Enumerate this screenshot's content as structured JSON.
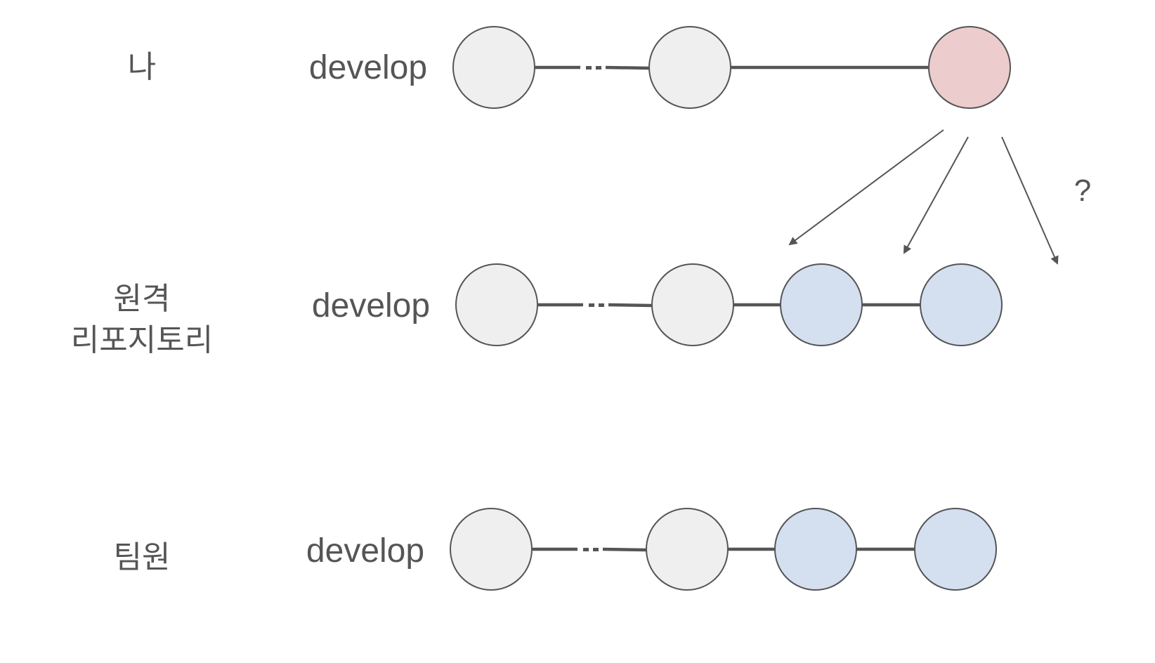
{
  "colors": {
    "ink": "#555555",
    "commit_base": "#efefef",
    "commit_local_new": "#eccccc",
    "commit_remote_new": "#d4e0f0",
    "background": "#ffffff"
  },
  "rows": [
    {
      "id": "me",
      "label_lines": [
        "나"
      ],
      "branch": "develop",
      "commits": [
        "base",
        "base",
        "local-new"
      ]
    },
    {
      "id": "remote",
      "label_lines": [
        "원격",
        "리포지토리"
      ],
      "branch": "develop",
      "commits": [
        "base",
        "base",
        "remote-new",
        "remote-new"
      ]
    },
    {
      "id": "teammate",
      "label_lines": [
        "팀원"
      ],
      "branch": "develop",
      "commits": [
        "base",
        "base",
        "remote-new",
        "remote-new"
      ]
    }
  ],
  "question_mark": "?"
}
